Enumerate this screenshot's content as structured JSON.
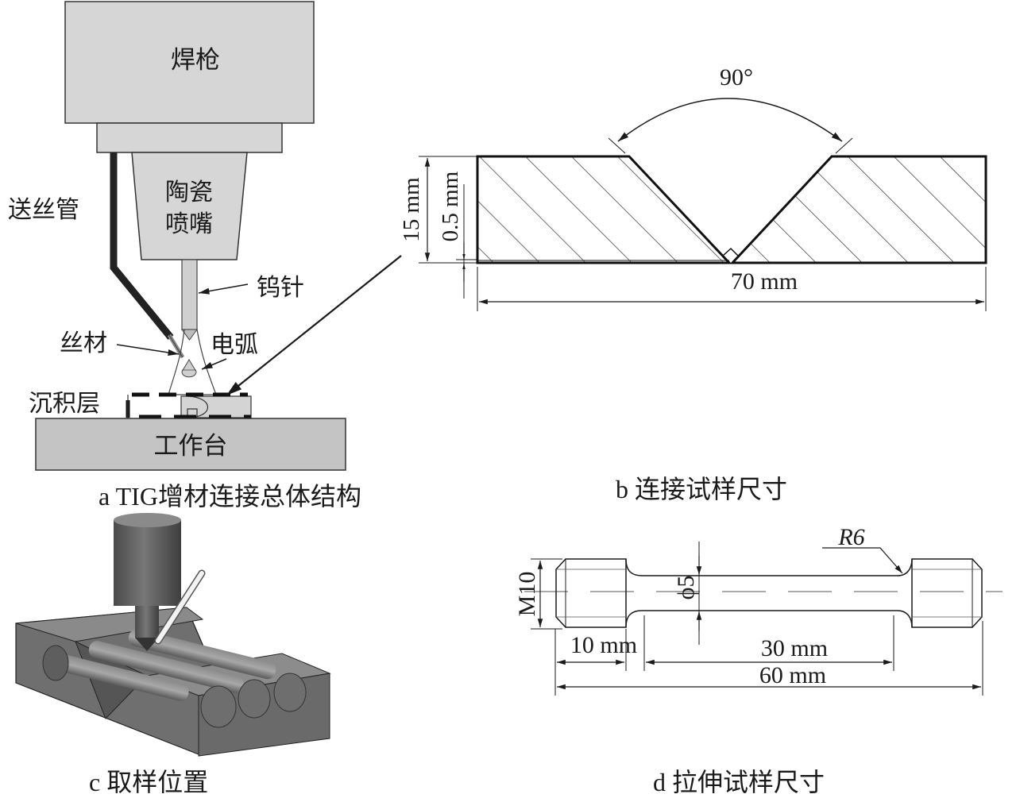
{
  "panel_a": {
    "caption": "a TIG增材连接总体结构",
    "labels": {
      "torch": "焊枪",
      "nozzle_line1": "陶瓷",
      "nozzle_line2": "喷嘴",
      "feed_tube": "送丝管",
      "tungsten": "钨针",
      "wire": "丝材",
      "arc": "电弧",
      "deposit": "沉积层",
      "table": "工作台"
    }
  },
  "panel_b": {
    "caption": "b 连接试样尺寸",
    "angle": "90°",
    "thickness": "15 mm",
    "root": "0.5 mm",
    "length": "70 mm"
  },
  "panel_c": {
    "caption": "c 取样位置"
  },
  "panel_d": {
    "caption": "d 拉伸试样尺寸",
    "radius": "R6",
    "thread": "M10",
    "diameter": "ϕ5",
    "grip_length": "10 mm",
    "gauge_length": "30 mm",
    "total_length": "60 mm"
  },
  "colors": {
    "torch_fill": "#d6d6d6",
    "table_fill": "#c4c4c4",
    "line": "#1a1a1a",
    "render_dark": "#5c5c5c"
  }
}
